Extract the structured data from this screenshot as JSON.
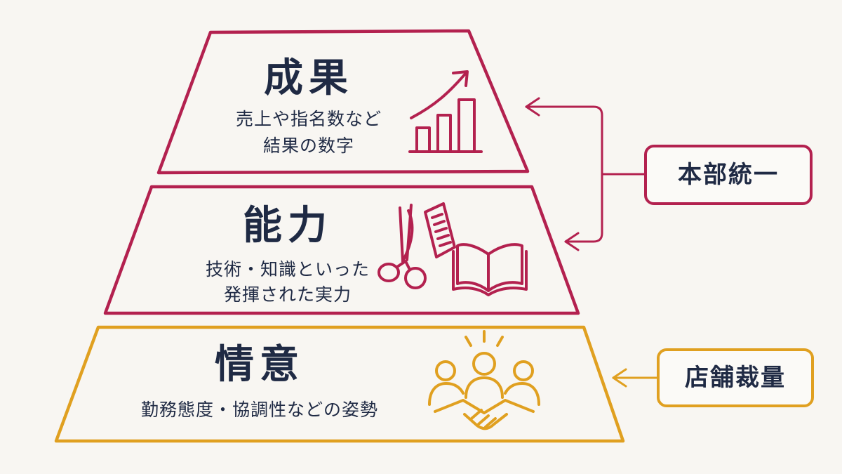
{
  "pyramid": {
    "top": {
      "title": "成果",
      "desc_line1": "売上や指名数など",
      "desc_line2": "結果の数字",
      "icon": "bar-chart-growth-icon",
      "color": "#b3214f"
    },
    "middle": {
      "title": "能力",
      "desc_line1": "技術・知識といった",
      "desc_line2": "発揮された実力",
      "icon": "scissors-comb-book-icon",
      "color": "#b3214f"
    },
    "bottom": {
      "title": "情意",
      "desc_line1": "勤務態度・協調性などの姿勢",
      "icon": "team-handshake-icon",
      "color": "#e0a020"
    }
  },
  "labels": {
    "headquarters": {
      "text": "本部統一",
      "color": "#b3214f"
    },
    "store": {
      "text": "店舗裁量",
      "color": "#e0a020"
    }
  },
  "colors": {
    "text": "#1f2a44",
    "background": "#f8f6f2"
  }
}
